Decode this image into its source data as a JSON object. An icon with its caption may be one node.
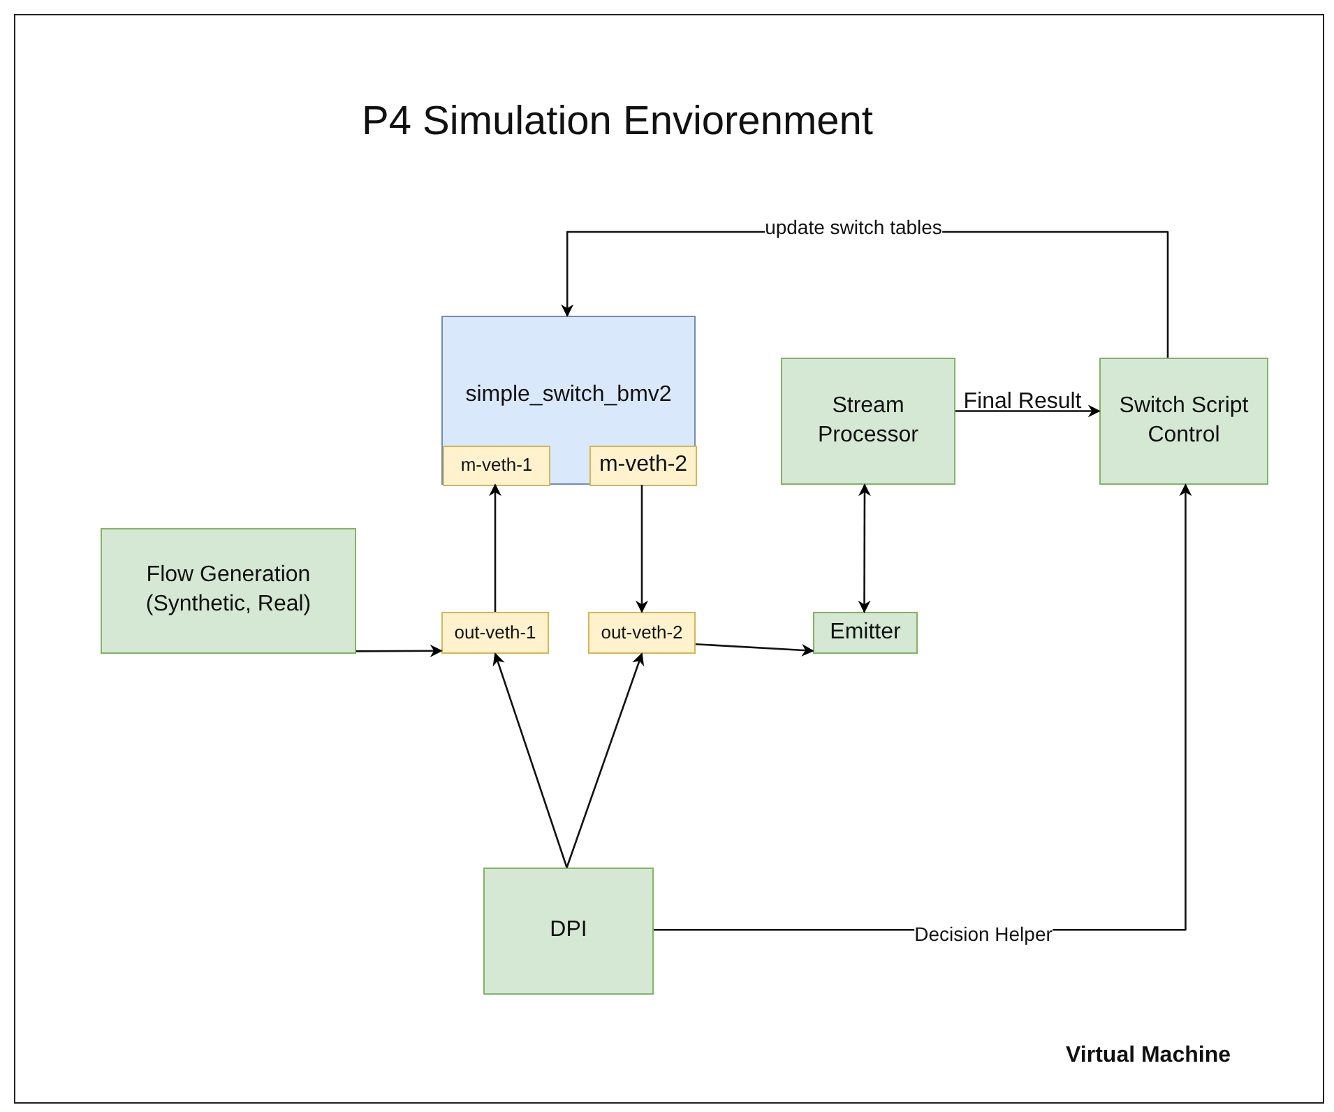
{
  "diagram": {
    "title": "P4 Simulation Enviorenment",
    "nodes": [
      {
        "text": [
          "Virtual Machine"
        ]
      },
      {
        "text": [
          "simple_switch_bmv2"
        ],
        "in": 0
      },
      {
        "text": [
          "m-veth-1"
        ],
        "in": 1
      },
      {
        "text": [
          "m-veth-2"
        ],
        "in": 1
      },
      {
        "text": [
          "Stream Processor"
        ],
        "in": 0
      },
      {
        "text": [
          "Switch Script Control"
        ],
        "in": 0
      },
      {
        "text": [
          "Flow Generation (Synthetic, Real)"
        ],
        "in": 0
      },
      {
        "text": [
          "out-veth-1"
        ],
        "in": 0
      },
      {
        "text": [
          "out-veth-2"
        ],
        "in": 0
      },
      {
        "text": [
          "Emitter"
        ],
        "in": 0
      },
      {
        "text": [
          "DPI"
        ],
        "in": 0
      }
    ],
    "edges": [
      {
        "from": 5,
        "to": 1,
        "arrow": "to",
        "label": "update switch tables"
      },
      {
        "from": 4,
        "to": 5,
        "arrow": "to",
        "label": "Final Result"
      },
      {
        "from": 7,
        "to": 2,
        "arrow": "to"
      },
      {
        "from": 3,
        "to": 8,
        "arrow": "to"
      },
      {
        "from": 4,
        "to": 9,
        "arrow": "both"
      },
      {
        "from": 6,
        "to": 7,
        "arrow": "to"
      },
      {
        "from": 8,
        "to": 9,
        "arrow": "to"
      },
      {
        "from": 10,
        "to": 7,
        "arrow": "to"
      },
      {
        "from": 10,
        "to": 8,
        "arrow": "to"
      },
      {
        "from": 10,
        "to": 5,
        "arrow": "to",
        "label": "Decision Helper"
      }
    ]
  }
}
